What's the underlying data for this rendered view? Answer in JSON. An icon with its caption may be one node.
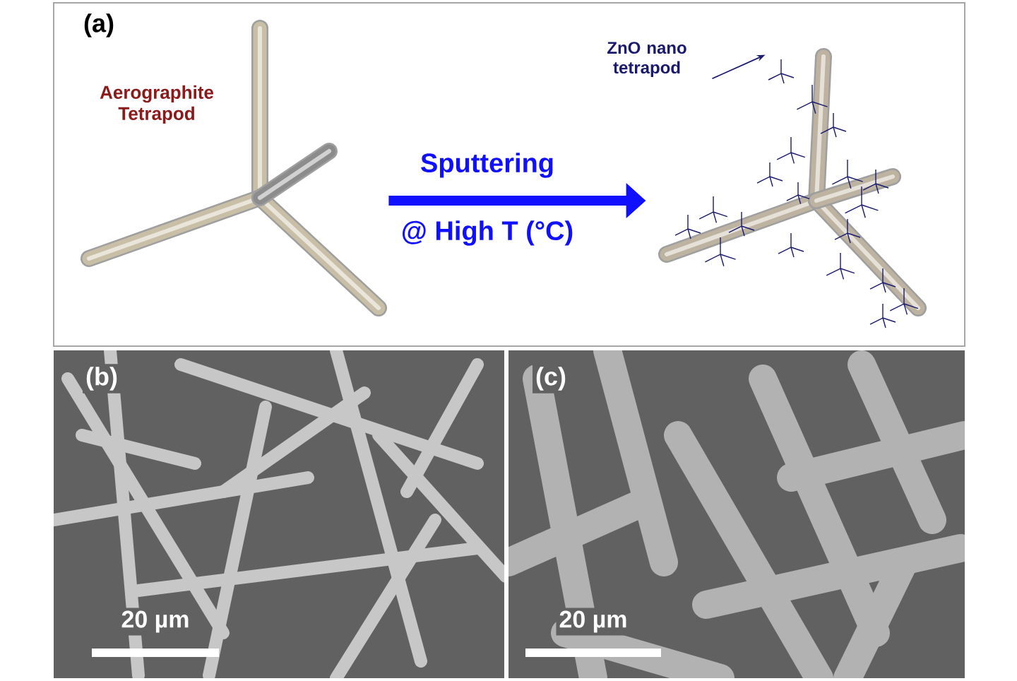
{
  "diagram": {
    "nodes": [
      {
        "text": [
          "Aerographite Tetrapod"
        ]
      },
      {
        "text": [],
        "shape": "picture"
      },
      {
        "text": [
          "ZnO nano tetrapod"
        ]
      },
      {
        "text": [],
        "shape": "picture",
        "in": 1
      }
    ],
    "edges": [
      {
        "from": 0,
        "to": 1,
        "arrow": "to",
        "label": "Sputtering",
        "style": "thick",
        "color": "#1010ff"
      },
      {
        "from": 2,
        "to": 3,
        "arrow": "to",
        "color": "#1a1a6e"
      }
    ],
    "labels": [
      "(a)",
      "@ High T (°C)",
      "(b)",
      "(c)",
      "20 µm",
      "20 µm"
    ]
  }
}
